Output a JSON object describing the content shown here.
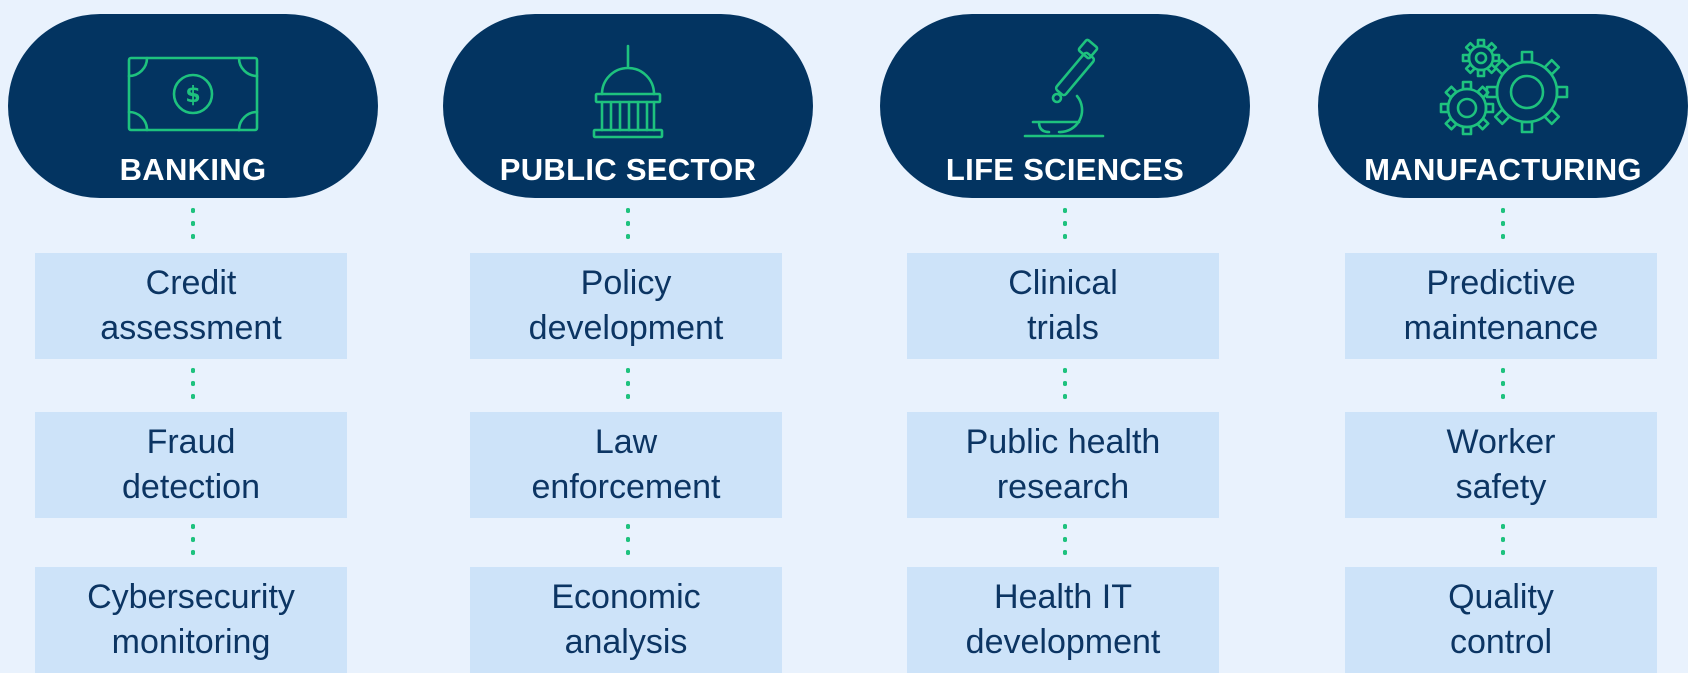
{
  "colors": {
    "background": "#e9f2fd",
    "pill": "#033461",
    "accent": "#1ec27e",
    "box": "#cde3f9",
    "box_text": "#0c3563"
  },
  "columns": [
    {
      "title": "BANKING",
      "icon": "money-bill-icon",
      "items": [
        {
          "line1": "Credit",
          "line2": "assessment"
        },
        {
          "line1": "Fraud",
          "line2": "detection"
        },
        {
          "line1": "Cybersecurity",
          "line2": "monitoring"
        }
      ]
    },
    {
      "title": "PUBLIC SECTOR",
      "icon": "capitol-building-icon",
      "items": [
        {
          "line1": "Policy",
          "line2": "development"
        },
        {
          "line1": "Law",
          "line2": "enforcement"
        },
        {
          "line1": "Economic",
          "line2": "analysis"
        }
      ]
    },
    {
      "title": "LIFE SCIENCES",
      "icon": "microscope-icon",
      "items": [
        {
          "line1": "Clinical",
          "line2": "trials"
        },
        {
          "line1": "Public health",
          "line2": "research"
        },
        {
          "line1": "Health IT",
          "line2": "development"
        }
      ]
    },
    {
      "title": "MANUFACTURING",
      "icon": "gears-icon",
      "items": [
        {
          "line1": "Predictive",
          "line2": "maintenance"
        },
        {
          "line1": "Worker",
          "line2": "safety"
        },
        {
          "line1": "Quality",
          "line2": "control"
        }
      ]
    }
  ]
}
